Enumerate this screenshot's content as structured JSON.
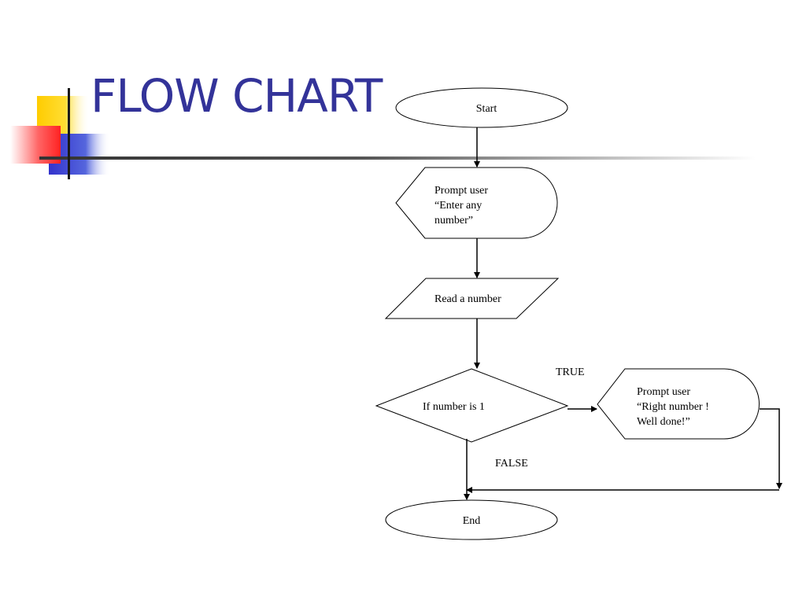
{
  "slide": {
    "title": "FLOW CHART"
  },
  "flowchart": {
    "start_label": "Start",
    "prompt_lines": [
      "Prompt user",
      "“Enter any",
      "number”"
    ],
    "read_label": "Read a number",
    "decision_label": "If number is 1",
    "true_label": "TRUE",
    "false_label": "FALSE",
    "success_lines": [
      "Prompt user",
      "“Right number !",
      "Well done!”"
    ],
    "end_label": "End"
  },
  "colors": {
    "title": "#333399",
    "accent_yellow": "#ffcc00",
    "accent_red": "#ff3333",
    "accent_blue": "#3333cc"
  }
}
